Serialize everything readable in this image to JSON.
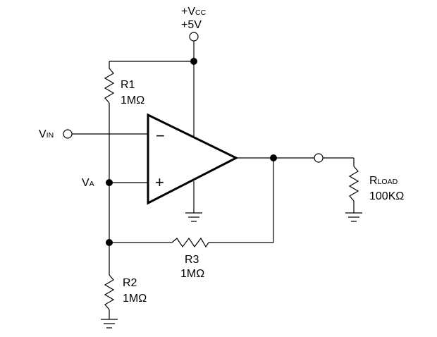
{
  "supply": {
    "symbol_main": "+V",
    "symbol_sub": "CC",
    "value": "+5V"
  },
  "r1": {
    "name": "R1",
    "value": "1MΩ"
  },
  "r2": {
    "name": "R2",
    "value": "1MΩ"
  },
  "r3": {
    "name": "R3",
    "value": "1MΩ"
  },
  "rload": {
    "name_main": "R",
    "name_sub": "LOAD",
    "value": "100KΩ"
  },
  "vin": {
    "main": "V",
    "sub": "IN"
  },
  "va": {
    "main": "V",
    "sub": "A"
  },
  "opamp": {
    "minus": "−",
    "plus": "+"
  }
}
